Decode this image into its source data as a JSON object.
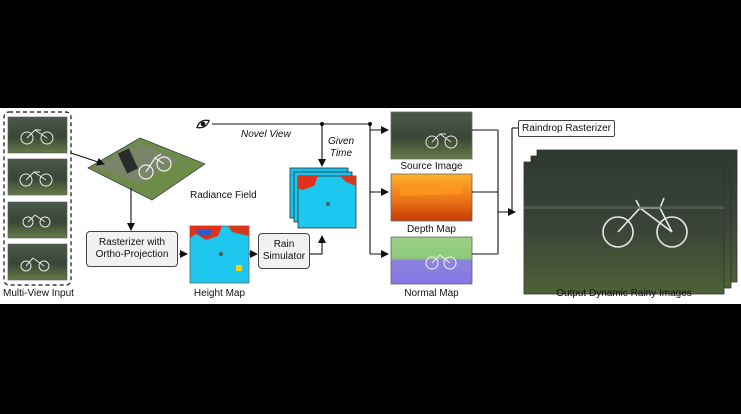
{
  "labels": {
    "multi_view_input": "Multi-View Input",
    "radiance_field": "Radiance Field",
    "novel_view": "Novel View",
    "given_time_line1": "Given",
    "given_time_line2": "Time",
    "rasterizer_line1": "Rasterizer with",
    "rasterizer_line2": "Ortho-Projection",
    "height_map": "Height Map",
    "rain_sim_line1": "Rain",
    "rain_sim_line2": "Simulator",
    "source_image": "Source Image",
    "depth_map": "Depth Map",
    "normal_map": "Normal Map",
    "raindrop_rasterizer": "Raindrop Rasterizer",
    "output": "Output Dynamic Rainy Images"
  },
  "icons": [
    "eye-icon"
  ],
  "colors": {
    "photo_dark": "#3c4a3a",
    "grass": "#5f7a45",
    "height_cyan": "#18c8f0",
    "depth_orange": "#e05a10",
    "normal_purple": "#8a7ae0",
    "normal_green": "#8ad06a"
  }
}
